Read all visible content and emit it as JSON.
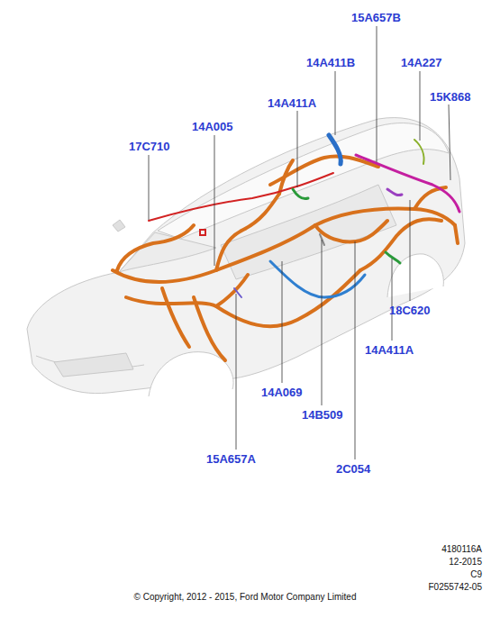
{
  "diagram": {
    "labels": [
      "15A657B",
      "14A411B",
      "14A227",
      "15K868",
      "14A411A",
      "14A005",
      "17C710",
      "18C620",
      "14A411A",
      "14A069",
      "14B509",
      "15A657A",
      "2C054",
      "4180116A",
      "12-2015",
      "C9",
      "F0255742-05",
      "© Copyright, 2012 - 2015, Ford Motor Company Limited"
    ]
  }
}
